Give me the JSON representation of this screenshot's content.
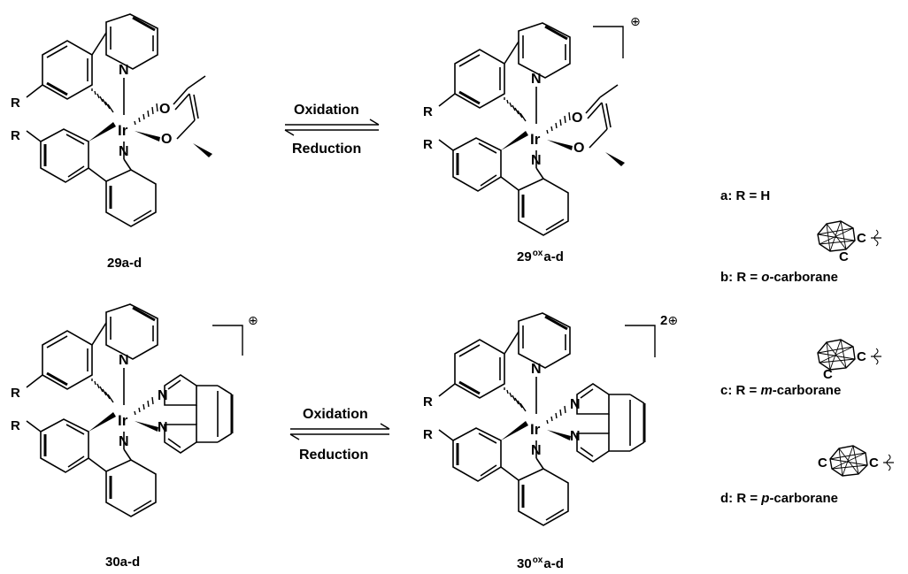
{
  "compounds": {
    "c29_label": "29a-d",
    "c29ox_label_num": "29",
    "c29ox_label_sup": "ox",
    "c29ox_label_suffix": "a-d",
    "c30_label": "30a-d",
    "c30ox_label_num": "30",
    "c30ox_label_sup": "ox",
    "c30ox_label_suffix": "a-d"
  },
  "arrows": {
    "top_forward": "Oxidation",
    "top_reverse": "Reduction",
    "bottom_forward": "Oxidation",
    "bottom_reverse": "Reduction"
  },
  "charges": {
    "c29ox": "⊕",
    "c30": "⊕",
    "c30ox_prefix": "2",
    "c30ox": "⊕"
  },
  "atoms": {
    "metal": "Ir",
    "nitrogen": "N",
    "oxygen": "O",
    "substituent": "R",
    "carbon": "C"
  },
  "legend": {
    "a_text": "a: R = H",
    "b_prefix": "b: R = ",
    "b_italic": "o",
    "b_suffix": "-carborane",
    "c_prefix": "c: R = ",
    "c_italic": "m",
    "c_suffix": "-carborane",
    "d_prefix": "d: R = ",
    "d_italic": "p",
    "d_suffix": "-carborane"
  },
  "colors": {
    "ink": "#000000",
    "background": "#ffffff"
  }
}
